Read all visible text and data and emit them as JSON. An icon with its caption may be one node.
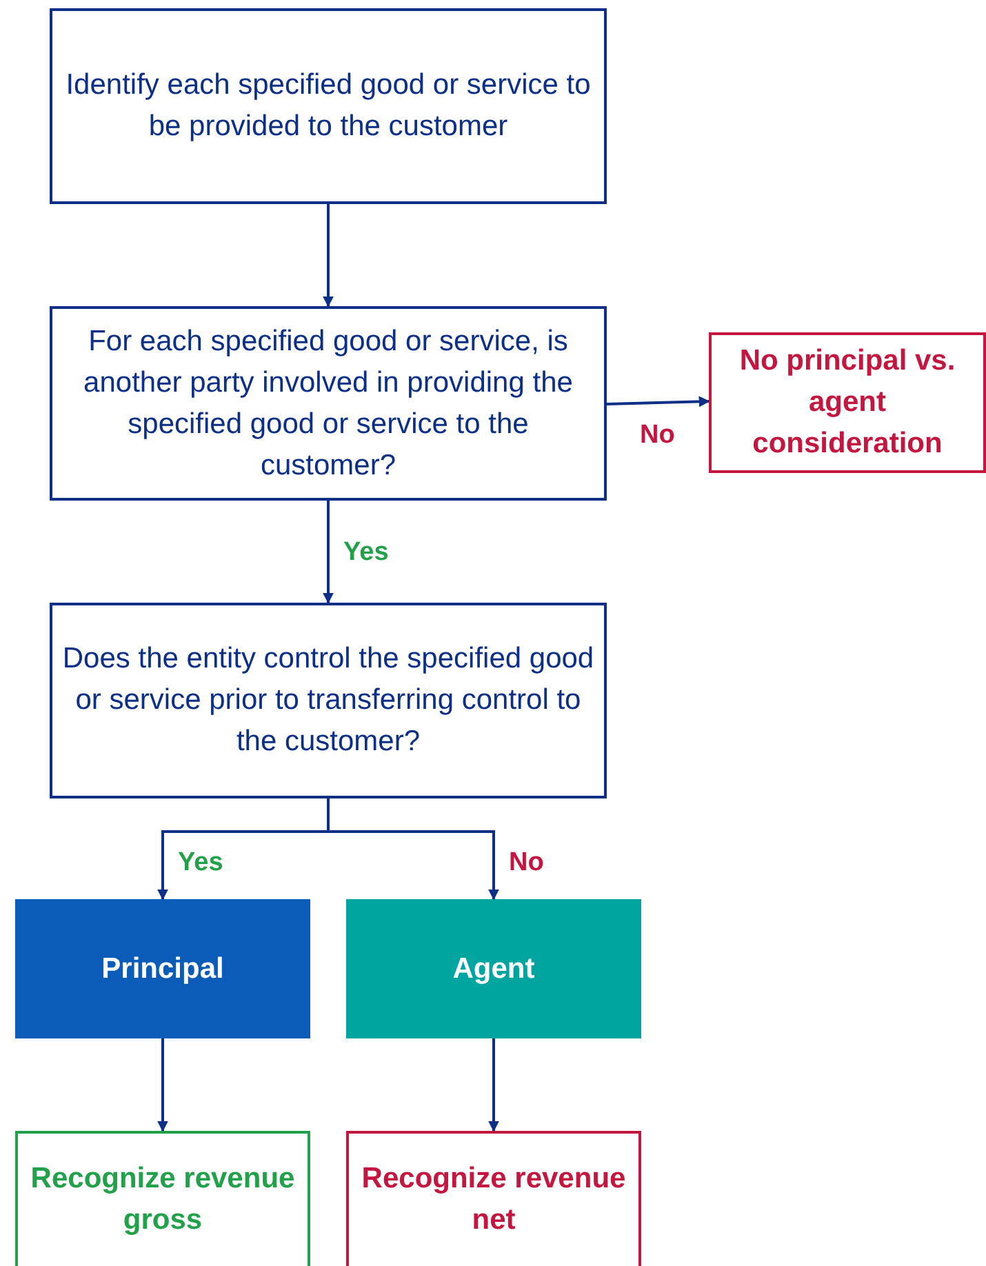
{
  "diagram": {
    "nodes": [
      {
        "text": [
          "Identify each specified good or service to be provided to the customer"
        ]
      },
      {
        "text": [
          "For each specified good or service, is another party involved in providing the specified good or service to the customer?"
        ]
      },
      {
        "text": [
          "No principal vs. agent consideration"
        ]
      },
      {
        "text": [
          "Does the entity control the specified good or service prior to transferring control to the customer?"
        ]
      },
      {
        "text": [
          "Principal"
        ]
      },
      {
        "text": [
          "Agent"
        ]
      },
      {
        "text": [
          "Recognize revenue gross"
        ]
      },
      {
        "text": [
          "Recognize revenue net"
        ]
      }
    ],
    "edges": [
      {
        "from": 0,
        "to": 1,
        "arrow": "to"
      },
      {
        "from": 1,
        "to": 2,
        "arrow": "to",
        "label": "No"
      },
      {
        "from": 1,
        "to": 3,
        "arrow": "to",
        "label": "Yes"
      },
      {
        "from": 3,
        "to": 4,
        "arrow": "to",
        "label": "Yes"
      },
      {
        "from": 3,
        "to": 5,
        "arrow": "to",
        "label": "No"
      },
      {
        "from": 4,
        "to": 6,
        "arrow": "to"
      },
      {
        "from": 5,
        "to": 7,
        "arrow": "to"
      }
    ]
  }
}
